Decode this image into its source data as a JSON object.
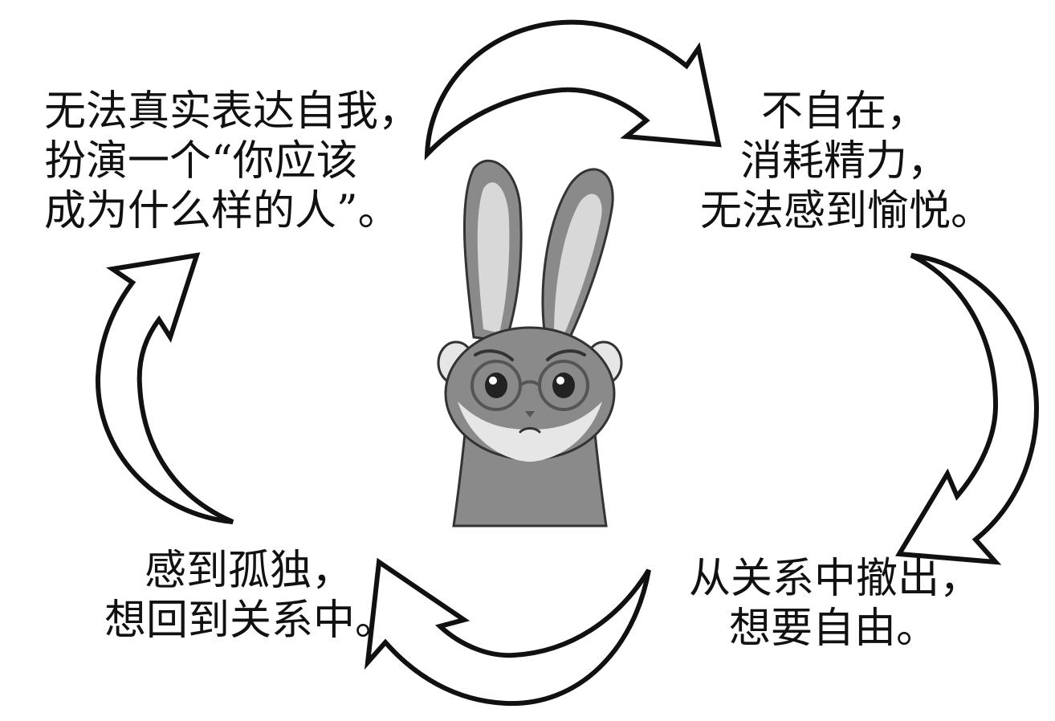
{
  "cycle": {
    "top_left": {
      "lines": [
        "无法真实表达自我，",
        "扮演一个“你应该",
        "成为什么样的人”。"
      ]
    },
    "top_right": {
      "lines": [
        "不自在，",
        "消耗精力，",
        "无法感到愉悦。"
      ]
    },
    "bottom_right": {
      "lines": [
        "从关系中撤出，",
        "想要自由。"
      ]
    },
    "bottom_left": {
      "lines": [
        "感到孤独，",
        "想回到关系中。"
      ]
    }
  },
  "illustration": {
    "subject": "worried-bunny-with-glasses",
    "colors": {
      "fur": "#8a8a8a",
      "ear_inner": "#d8d8d8",
      "face": "#e6e6e6",
      "outline": "#333333"
    }
  },
  "arrow_color": "#111111"
}
